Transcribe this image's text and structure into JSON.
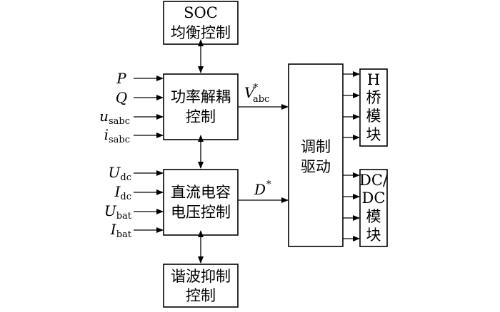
{
  "blocks": {
    "soc_line1": "SOC",
    "soc_line2": "均衡控制",
    "pq_line1": "功率解耦",
    "pq_line2": "控制",
    "dc_line1": "直流电容",
    "dc_line2": "电压控制",
    "harm_line1": "谐波抑制",
    "harm_line2": "控制",
    "mod_line1": "调制",
    "mod_line2": "驱动",
    "h_line1": "H",
    "h_line2": "桥",
    "h_line3": "模",
    "h_line4": "块",
    "dcdc_line1": "DC/",
    "dcdc_line2": "DC",
    "dcdc_line3": "模",
    "dcdc_line4": "块"
  },
  "inputs_pq": [
    {
      "main": "P",
      "sub": ""
    },
    {
      "main": "Q",
      "sub": ""
    },
    {
      "main": "u",
      "sub": "sabc"
    },
    {
      "main": "i",
      "sub": "sabc"
    }
  ],
  "inputs_dc": [
    {
      "main": "U",
      "sub": "dc"
    },
    {
      "main": "I",
      "sub": "dc"
    },
    {
      "main": "U",
      "sub": "bat"
    },
    {
      "main": "I",
      "sub": "bat"
    }
  ],
  "signals": {
    "v_main": "V",
    "v_sup": "*",
    "v_sub": "abc",
    "d_main": "D",
    "d_sup": "*"
  }
}
